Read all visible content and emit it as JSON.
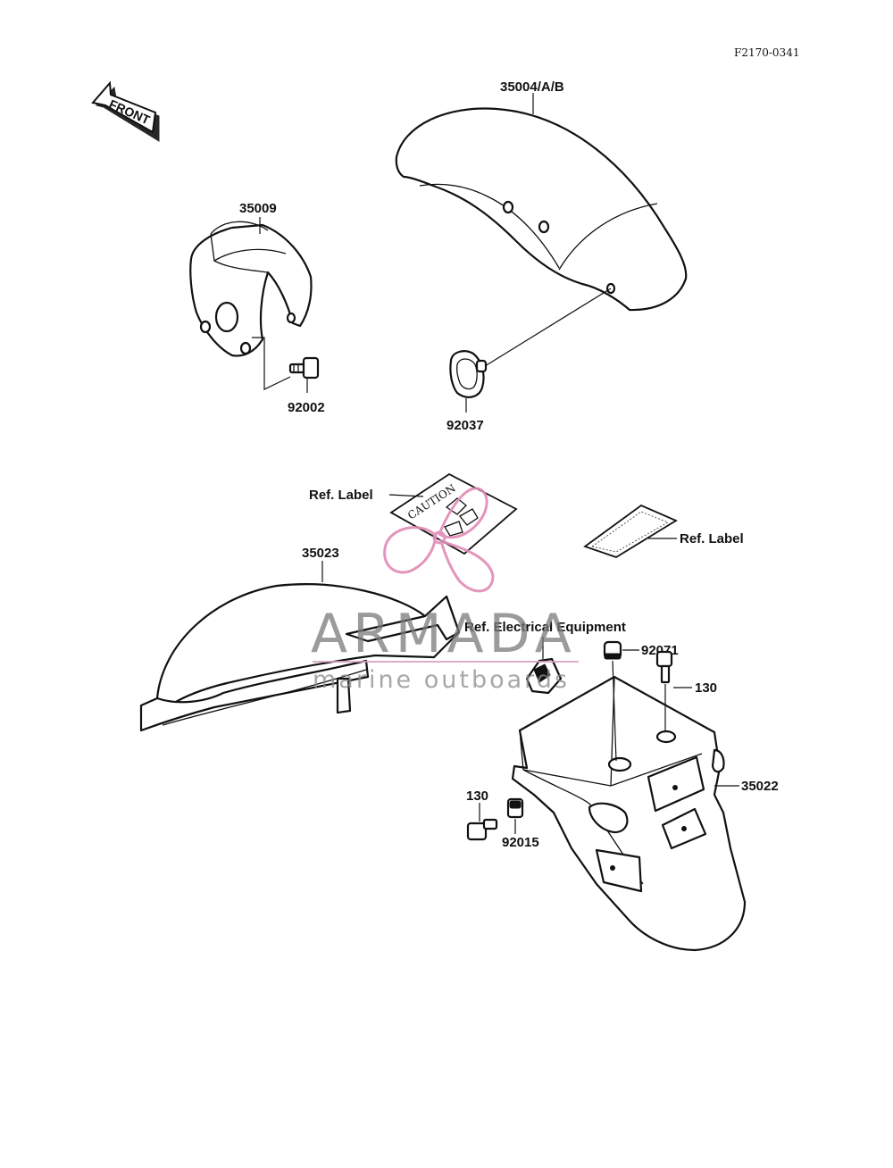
{
  "diagram": {
    "code": "F2170-0341",
    "front_label": "FRONT",
    "labels": {
      "p35004": "35004/A/B",
      "p35009": "35009",
      "p92002": "92002",
      "p92037": "92037",
      "ref_label_1": "Ref. Label",
      "ref_label_2": "Ref. Label",
      "p35023": "35023",
      "ref_electrical": "Ref. Electrical Equipment",
      "p92071": "92071",
      "p130_top": "130",
      "p35022": "35022",
      "p130_left": "130",
      "p92015": "92015",
      "caution": "CAUTION"
    }
  },
  "watermark": {
    "brand": "ARMADA",
    "tagline": "marine outboards",
    "accent_color": "#e08ab4",
    "line_color": "#d9a0bf"
  }
}
